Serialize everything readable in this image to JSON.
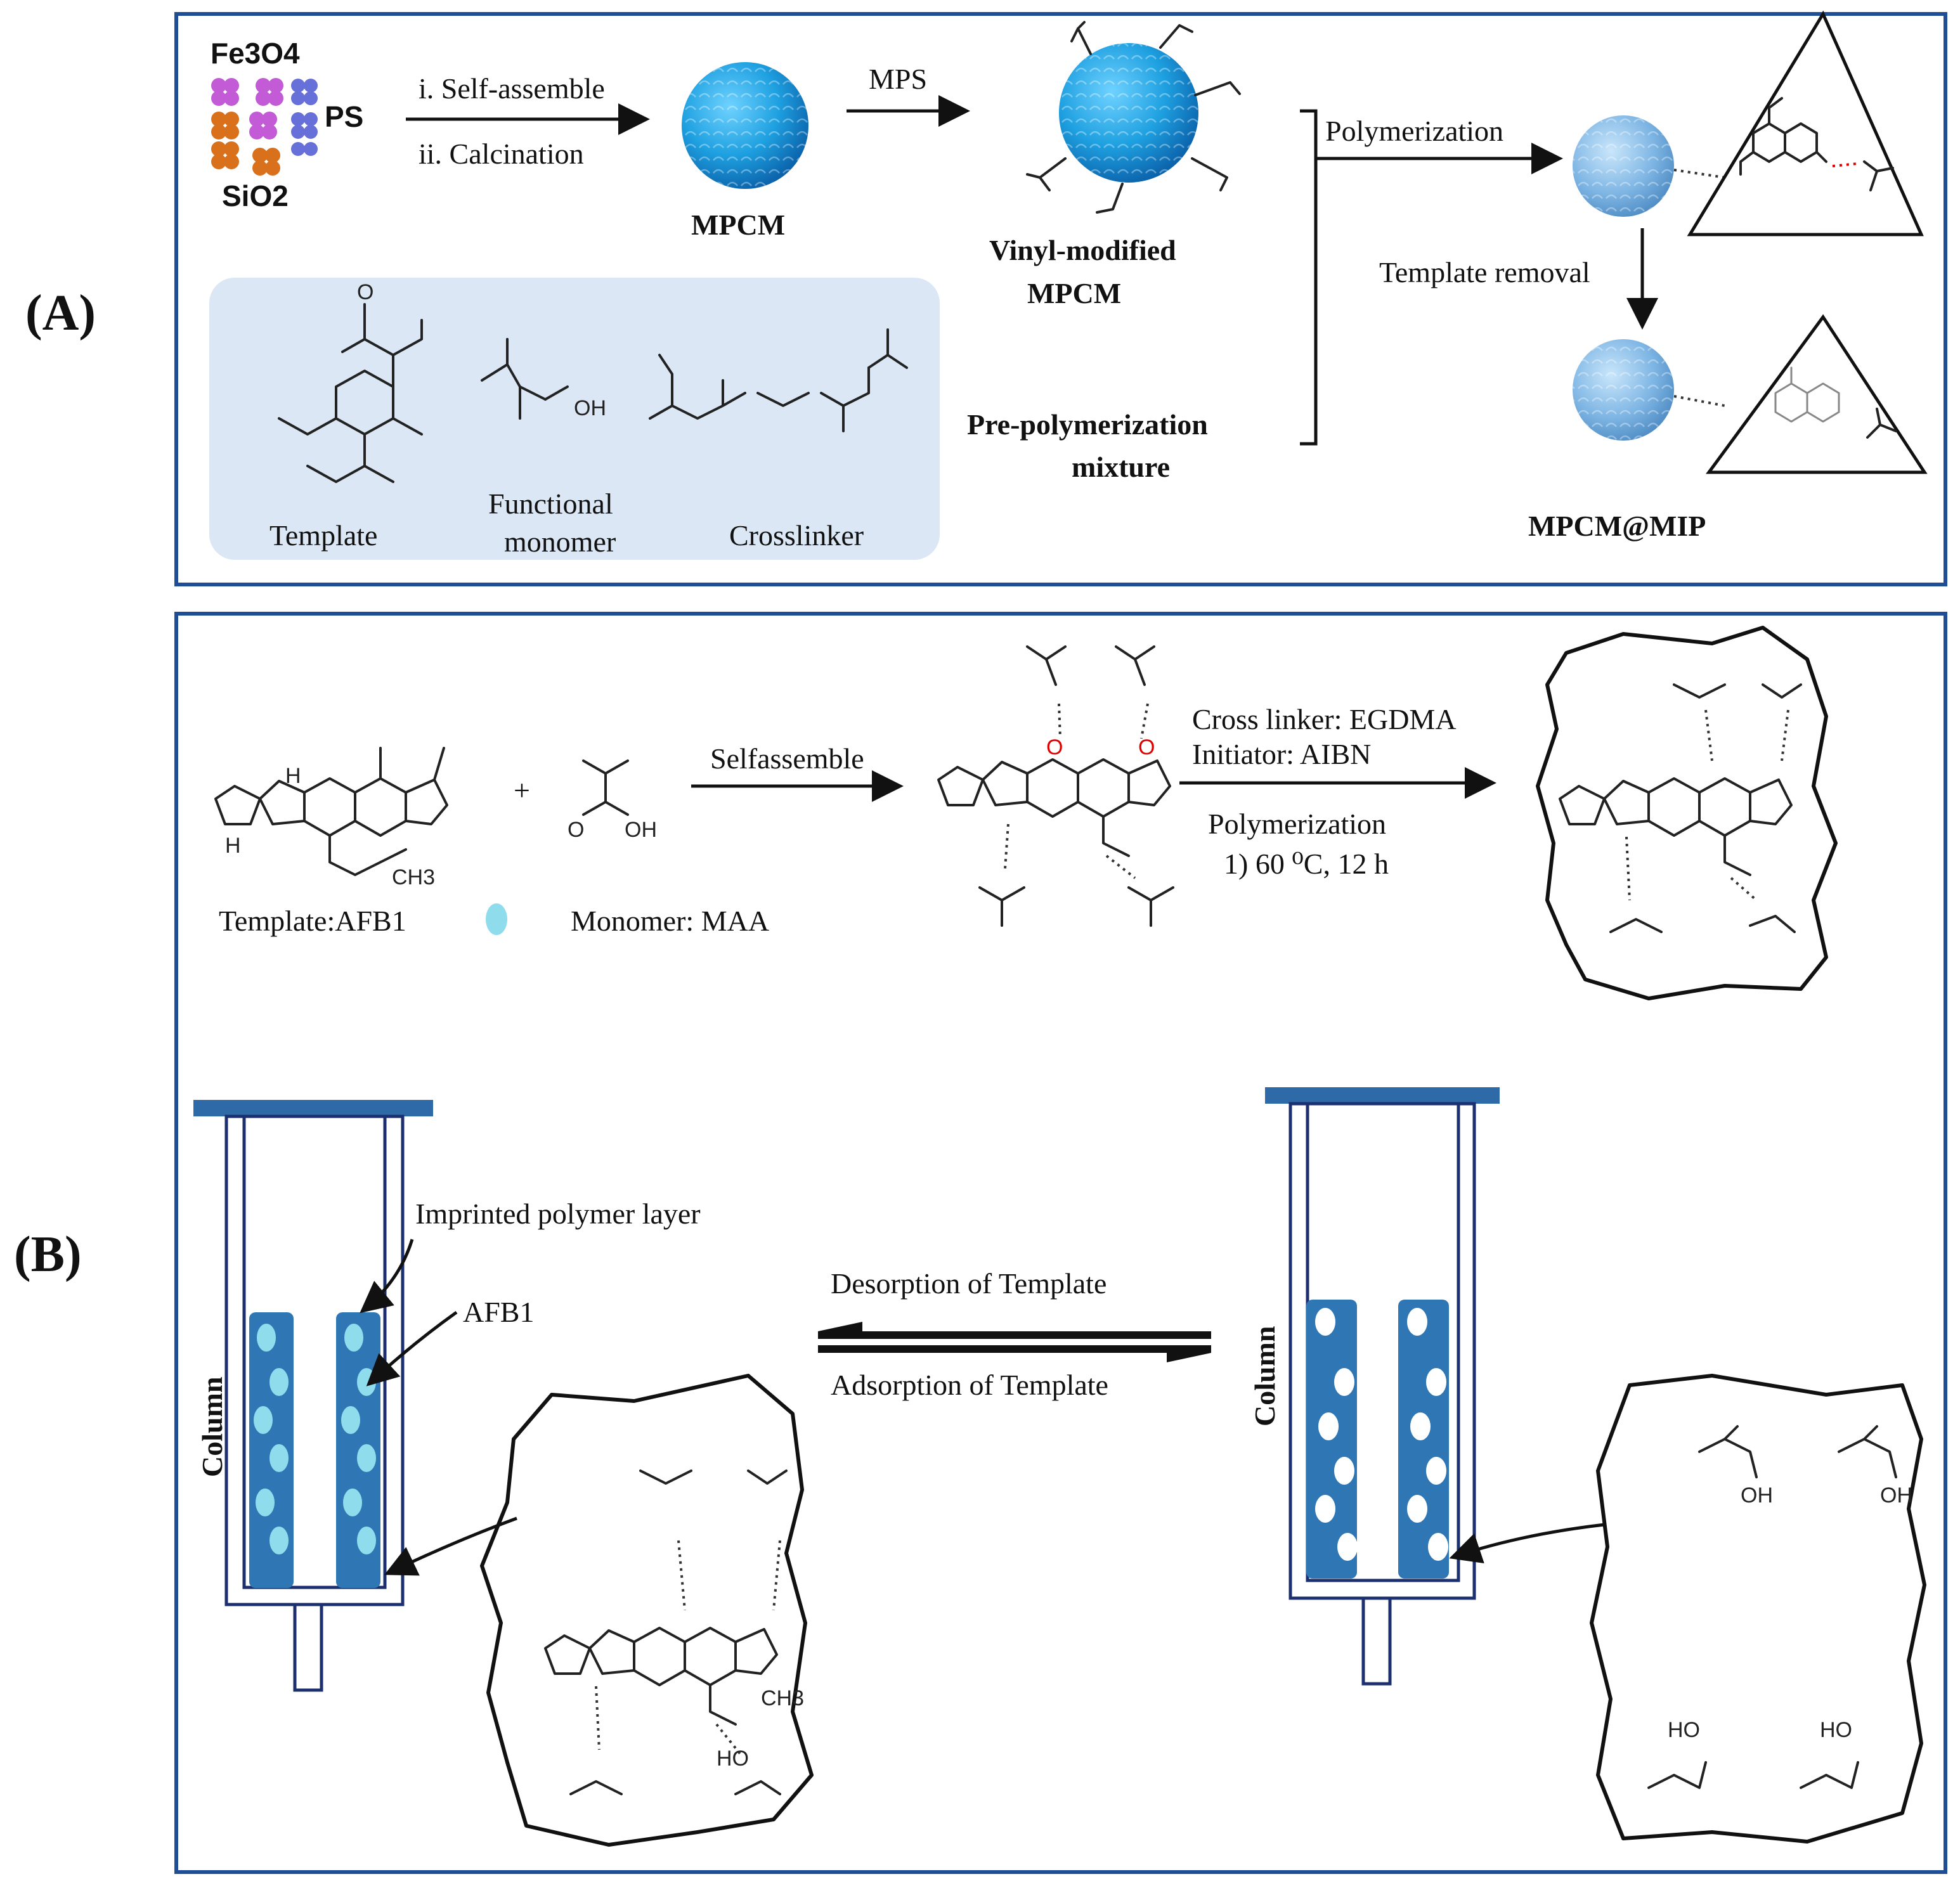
{
  "panel_a": {
    "label": "(A)",
    "fe3o4": "Fe3O4",
    "ps": "PS",
    "sio2": "SiO2",
    "step_i": "i. Self-assemble",
    "step_ii": "ii. Calcination",
    "mpcm": "MPCM",
    "mps": "MPS",
    "vinyl_1": "Vinyl-modified",
    "vinyl_2": "MPCM",
    "prepoly_1": "Pre-polymerization",
    "prepoly_2": "mixture",
    "polymerization": "Polymerization",
    "template_removal": "Template removal",
    "product": "MPCM@MIP",
    "template": "Template",
    "functional_1": "Functional",
    "functional_2": "monomer",
    "crosslinker": "Crosslinker",
    "oh": "OH"
  },
  "panel_b": {
    "label": "(B)",
    "template_name": "Template:AFB1",
    "monomer_name": "Monomer:  MAA",
    "selfassemble": "Selfassemble",
    "cross_linker": "Cross linker: EGDMA",
    "initiator": "Initiator: AIBN",
    "polymerization": "Polymerization",
    "condition": "1) 60 ⁰C, 12 h",
    "imprinted_layer": "Imprinted  polymer layer",
    "afb1": "AFB1",
    "column_left": "Column",
    "column_right": "Column",
    "desorption": "Desorption  of  Template",
    "adsorption": "Adsorption  of  Template",
    "ch3": "CH3",
    "oh": "OH",
    "ho": "HO",
    "h": "H",
    "plus": "+"
  },
  "colors": {
    "frame": "#1f4e96",
    "inset_bg": "#dbe7f4",
    "sphere": "#1ea0e0",
    "column_blue": "#2e77b4",
    "cap_blue": "#2e6aa8",
    "afb1_dot": "#8fdcec",
    "oxygen": "#e00000"
  }
}
